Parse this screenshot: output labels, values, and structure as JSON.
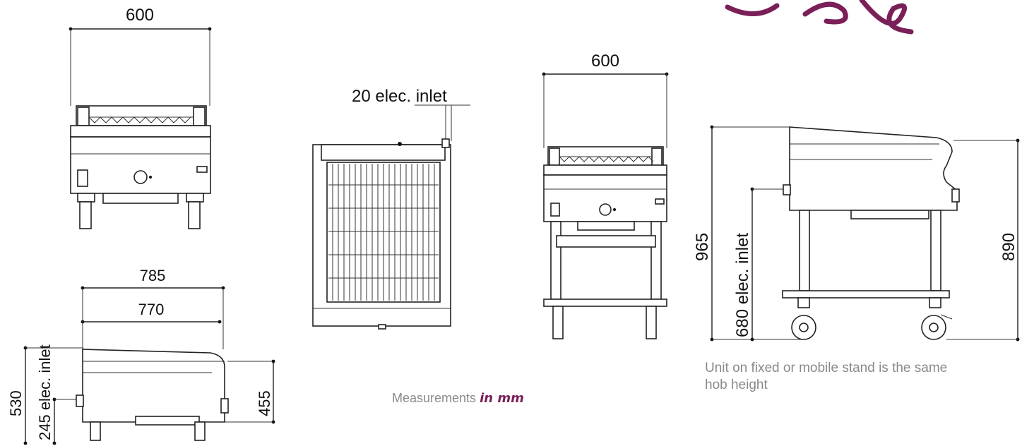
{
  "dimensions": {
    "front_width": "600",
    "side_length_outer": "785",
    "side_length_inner": "770",
    "side_height_total": "530",
    "side_elec_inlet": "245 elec. inlet",
    "side_height_hob": "455",
    "top_elec_inlet": "20 elec. inlet",
    "stand_width": "600",
    "stand_total_height": "965",
    "stand_elec_inlet": "680 elec. inlet",
    "stand_hob_height": "890"
  },
  "footer": {
    "units_prefix": "Measurements",
    "units_emphasis": "in mm",
    "stand_note": "Unit on fixed or mobile stand is the same hob height"
  },
  "colors": {
    "accent": "#7a1f57",
    "caption": "#8a8a8a",
    "line": "#222222"
  }
}
